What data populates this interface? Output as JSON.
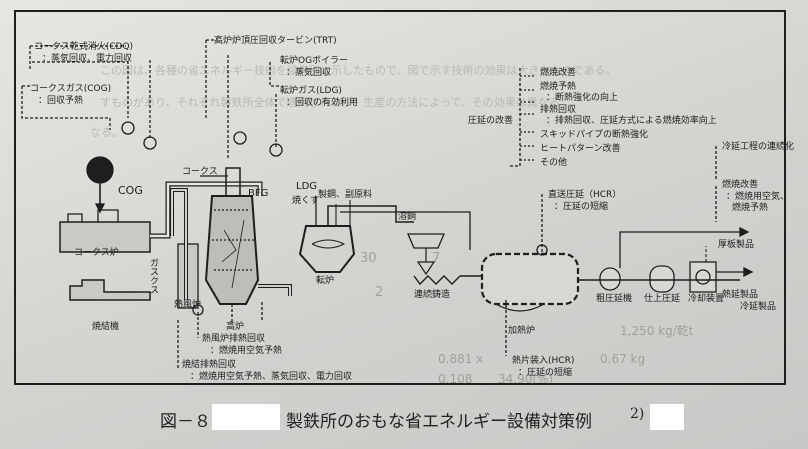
{
  "labels": {
    "cdq": "コークス乾式消火(CDQ)",
    "cdq_sub": "：蒸気回収、電力回収",
    "cog_recovery": "コークスガス(COG)",
    "cog_recovery_sub": "：回収予熱",
    "trt": "高炉炉頂圧回収タービン(TRT)",
    "ldg_boiler": "転炉OGボイラー",
    "ldg_boiler_sub": "：蒸気回収",
    "ldg_gas": "転炉ガス(LDG)",
    "ldg_gas_sub": "：回収の有効利用",
    "cog": "COG",
    "coke": "コークス",
    "bfg": "BFG",
    "ldg": "LDG",
    "steelmaking": "製鋼、副原料",
    "quicklime": "焼くす",
    "coke_oven": "コークス炉",
    "sinter_machine": "焼結機",
    "raw_material": "ガスクス",
    "hot_stove": "熱風炉",
    "blast_furnace": "高炉",
    "converter": "転炉",
    "molten_steel": "溶鋼",
    "continuous_casting": "連続鋳造",
    "hot_stove_recovery": "熱風炉排熱回収",
    "hot_stove_recovery_sub": "：燃焼用空気予熱",
    "sinter_recovery": "焼結排熱回収",
    "sinter_recovery_sub": "：燃焼用空気予熱、蒸気回収、電力回収",
    "rolling_measures": "圧延の改善",
    "rm_1": "燃焼改善",
    "rm_2": "燃焼予熱",
    "rm_3": "：断熱強化の向上",
    "rm_4": "排熱回収",
    "rm_5": "：排熱回収、圧延方式による燃焼効率向上",
    "rm_6": "スキッドパイプの断熱強化",
    "rm_7": "ヒートパターン改善",
    "rm_8": "その他",
    "hcr_top": "直送圧延（HCR）",
    "hcr_top_sub": "：圧延の短縮",
    "hcr_bottom": "熱片装入(HCR)",
    "hcr_bottom_sub": "：圧延の短縮",
    "reheating_furnace": "加熱炉",
    "rough_mill": "粗圧延機",
    "finishing_mill": "仕上圧延",
    "cooling": "冷却装置",
    "right_top": "冷延工程の連続化",
    "right_mid": "燃焼改善",
    "right_mid_sub1": "：燃焼用空気、",
    "right_mid_sub2": "燃焼予熱",
    "plate_product": "厚板製品",
    "strip_product": "熱延製品",
    "cold_product": "冷延製品"
  },
  "background_text": {
    "l1": "この図は、各種の省エネルギー技術を設備別に示したもので、図で示す技術の効果は大きなものである。",
    "l2": "すものがあり、それぞれ製鉄所全体で適用されるが、生産の方法によって、その効果は異なる",
    "l3": "なる。",
    "n1": "30",
    "n2": "7",
    "n3": "2",
    "n4": "1,250 kg/乾t",
    "n5": "0.881 x",
    "n6": "0.67 kg",
    "n7": "0.108",
    "n8": "34.90(%)"
  },
  "caption": {
    "figure_number": "図－８",
    "title": "製鉄所のおもな省エネルギー設備対策例",
    "reference": "2)"
  },
  "colors": {
    "ink": "#1e1e1e",
    "paper": "#dcdcd9",
    "faded": "#a9a9a6"
  },
  "icons": [
    "coal-hopper-icon",
    "down-arrow-icon",
    "right-arrow-icon"
  ]
}
